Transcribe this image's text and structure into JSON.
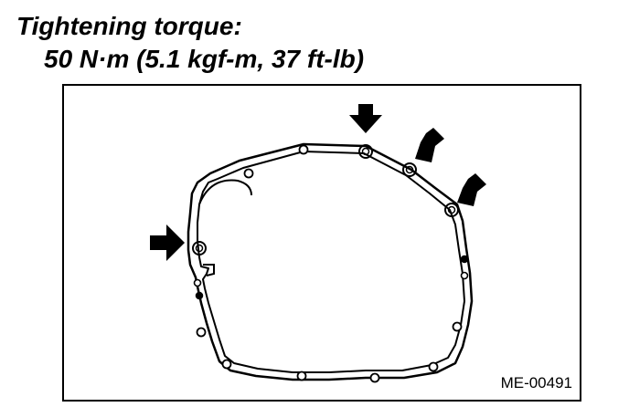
{
  "heading": {
    "label": "Tightening torque:",
    "value": "50 N·m (5.1 kgf-m, 37 ft-lb)"
  },
  "figure": {
    "code": "ME-00491"
  },
  "colors": {
    "ink": "#000000",
    "paper": "#ffffff"
  }
}
